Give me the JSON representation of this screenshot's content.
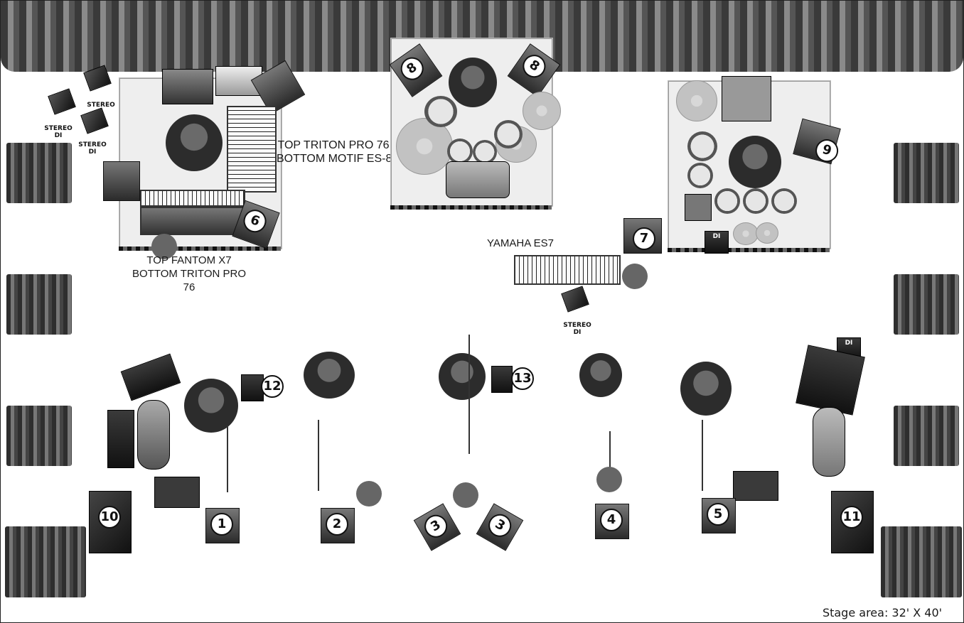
{
  "diagram": {
    "labels": {
      "keys_left": [
        "TOP FANTOM X7",
        "BOTTOM TRITON PRO",
        "76"
      ],
      "keys_center": [
        "TOP TRITON PRO 76",
        "BOTTOM MOTIF ES-8"
      ],
      "yamaha": "YAMAHA ES7",
      "stage_area": "Stage area: 32' X 40'"
    },
    "di_labels": {
      "stereo": "STEREO",
      "stereo_di": [
        "STEREO",
        "DI"
      ],
      "di": "DI"
    },
    "monitors": [
      "1",
      "2",
      "3",
      "3",
      "4",
      "5",
      "6",
      "7",
      "8",
      "8",
      "9",
      "10",
      "11",
      "12",
      "13"
    ]
  }
}
